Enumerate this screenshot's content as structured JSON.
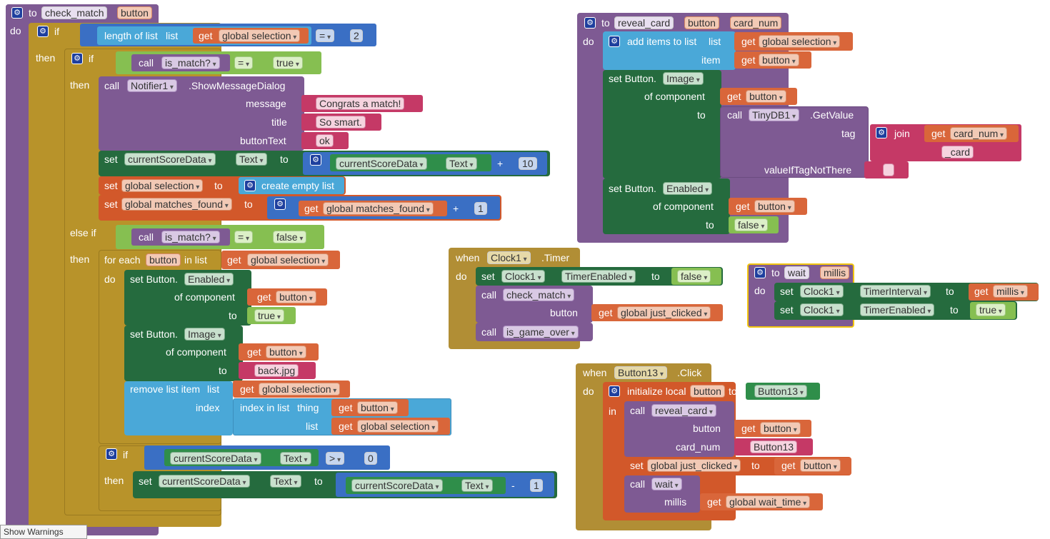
{
  "check_match": {
    "to": "to",
    "name": "check_match",
    "param": "button",
    "do": "do",
    "if1": {
      "if": "if",
      "length_of_list": "length of list",
      "list": "list",
      "get": "get",
      "var": "global selection",
      "op": "=",
      "num": "2",
      "then": "then"
    },
    "if2": {
      "if": "if",
      "call": "call",
      "proc": "is_match?",
      "op": "=",
      "val": "true",
      "then": "then"
    },
    "notifier": {
      "call": "call",
      "component": "Notifier1",
      "method": ".ShowMessageDialog",
      "message_label": "message",
      "message": "Congrats a match!",
      "title_label": "title",
      "title": "So smart.",
      "button_label": "buttonText",
      "button": "ok"
    },
    "set_score": {
      "set": "set",
      "comp": "currentScoreData",
      "prop": "Text",
      "to": "to",
      "comp2": "currentScoreData",
      "prop2": "Text",
      "op": "+",
      "num": "10"
    },
    "set_sel": {
      "set": "set",
      "var": "global selection",
      "to": "to",
      "value": "create empty list"
    },
    "set_matches": {
      "set": "set",
      "var": "global matches_found",
      "to": "to",
      "get": "get",
      "var2": "global matches_found",
      "op": "+",
      "num": "1"
    },
    "elseif": {
      "label": "else if",
      "call": "call",
      "proc": "is_match?",
      "op": "=",
      "val": "false",
      "then": "then"
    },
    "foreach": {
      "for_each": "for each",
      "item": "button",
      "in_list": "in list",
      "get": "get",
      "var": "global selection",
      "do": "do"
    },
    "set_enabled": {
      "set": "set Button.",
      "prop": "Enabled",
      "of_component": "of component",
      "get": "get",
      "var": "button",
      "to": "to",
      "val": "true"
    },
    "set_image": {
      "set": "set Button.",
      "prop": "Image",
      "of_component": "of component",
      "get": "get",
      "var": "button",
      "to": "to",
      "val": "back.jpg"
    },
    "remove": {
      "label": "remove list item",
      "list": "list",
      "get": "get",
      "var": "global selection",
      "index": "index",
      "index_in_list": "index in list",
      "thing": "thing",
      "get2": "get",
      "var2": "button",
      "list2": "list",
      "get3": "get",
      "var3": "global selection"
    },
    "if3": {
      "if": "if",
      "comp": "currentScoreData",
      "prop": "Text",
      "op": ">",
      "num": "0",
      "then": "then",
      "set": "set",
      "comp2": "currentScoreData",
      "prop2": "Text",
      "to": "to",
      "comp3": "currentScoreData",
      "prop3": "Text",
      "op2": "-",
      "num2": "1"
    }
  },
  "reveal_card": {
    "to": "to",
    "name": "reveal_card",
    "param1": "button",
    "param2": "card_num",
    "do": "do",
    "add_items": {
      "label": "add items to list",
      "list": "list",
      "get": "get",
      "var": "global selection",
      "item": "item",
      "get2": "get",
      "var2": "button"
    },
    "set_image": {
      "set": "set Button.",
      "prop": "Image",
      "of_component": "of component",
      "get": "get",
      "var": "button",
      "to": "to",
      "call": "call",
      "comp": "TinyDB1",
      "method": ".GetValue",
      "tag": "tag",
      "join": "join",
      "get2": "get",
      "var2": "card_num",
      "suffix": "_card",
      "value_if": "valueIfTagNotThere",
      "empty": ""
    },
    "set_enabled": {
      "set": "set Button.",
      "prop": "Enabled",
      "of_component": "of component",
      "get": "get",
      "var": "button",
      "to": "to",
      "val": "false"
    }
  },
  "clock_timer": {
    "when": "when",
    "comp": "Clock1",
    "event": ".Timer",
    "do": "do",
    "set": "set",
    "set_comp": "Clock1",
    "set_prop": "TimerEnabled",
    "to": "to",
    "val": "false",
    "call1": "call",
    "proc1": "check_match",
    "button_label": "button",
    "get": "get",
    "var": "global just_clicked",
    "call2": "call",
    "proc2": "is_game_over"
  },
  "wait": {
    "to": "to",
    "name": "wait",
    "param": "millis",
    "do": "do",
    "set1": "set",
    "comp1": "Clock1",
    "prop1": "TimerInterval",
    "to1": "to",
    "get": "get",
    "var": "millis",
    "set2": "set",
    "comp2": "Clock1",
    "prop2": "TimerEnabled",
    "to2": "to",
    "val": "true"
  },
  "button13_click": {
    "when": "when",
    "comp": "Button13",
    "event": ".Click",
    "do": "do",
    "init": "initialize local",
    "var": "button",
    "to": "to",
    "value": "Button13",
    "in": "in",
    "call1": "call",
    "proc1": "reveal_card",
    "button_label": "button",
    "get1": "get",
    "var1": "button",
    "card_num_label": "card_num",
    "card_val": "Button13",
    "set": "set",
    "set_var": "global just_clicked",
    "set_to": "to",
    "get2": "get",
    "var2": "button",
    "call2": "call",
    "proc2": "wait",
    "millis_label": "millis",
    "get3": "get",
    "var3": "global wait_time"
  },
  "warnings": "Show Warnings"
}
